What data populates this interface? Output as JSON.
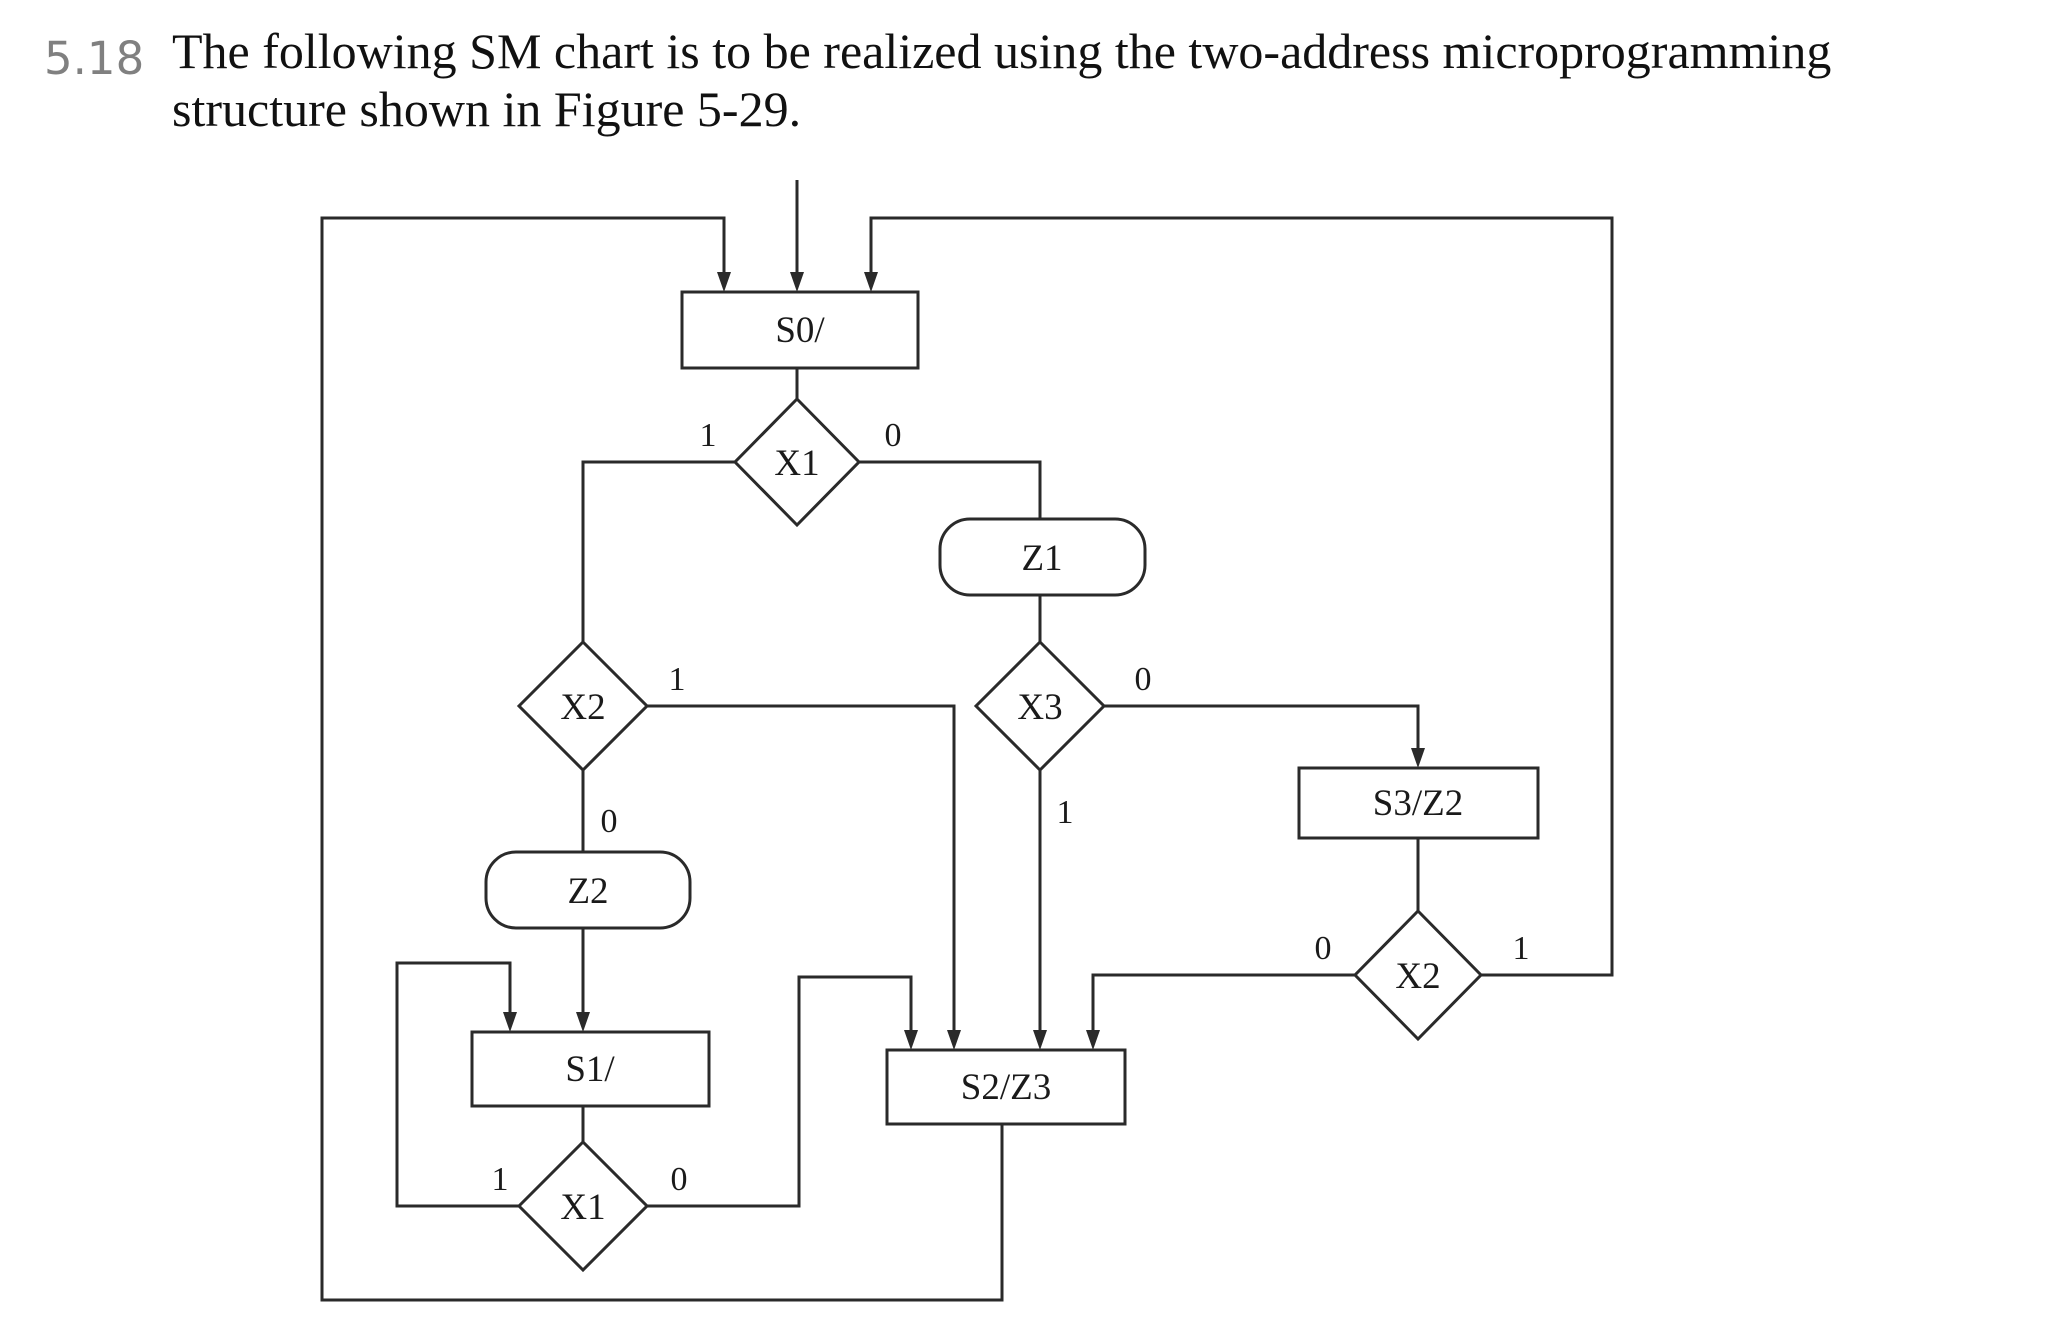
{
  "problem": {
    "number": "5.18",
    "line1": "The following SM chart is to be realized using the two-address microprogramming",
    "line2": "structure shown in Figure 5-29."
  },
  "nodes": {
    "s0": "S0/",
    "x1_top": "X1",
    "z1": "Z1",
    "x2_left": "X2",
    "x3": "X3",
    "s3": "S3/Z2",
    "z2": "Z2",
    "x2_right": "X2",
    "s1": "S1/",
    "s2": "S2/Z3",
    "x1_bottom": "X1"
  },
  "edge_labels": {
    "x1_top_true": "1",
    "x1_top_false": "0",
    "x2_left_true": "1",
    "x2_left_false": "0",
    "x3_false": "0",
    "x3_true": "1",
    "x2_right_false": "0",
    "x2_right_true": "1",
    "x1_bottom_true": "1",
    "x1_bottom_false": "0"
  }
}
